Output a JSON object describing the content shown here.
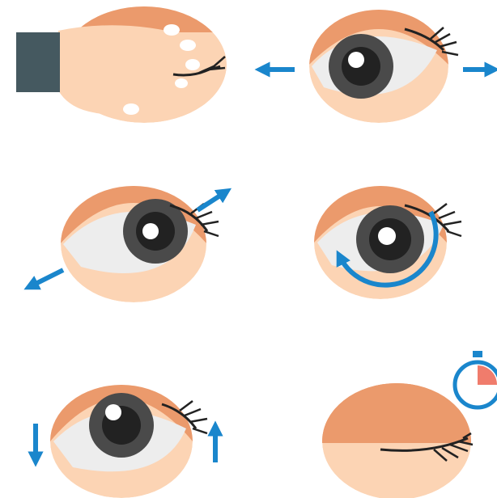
{
  "illustration": {
    "panels": [
      {
        "name": "palming",
        "depicts": "hand-over-eye-icon"
      },
      {
        "name": "look-left-right",
        "depicts": "horizontal-arrows-icon"
      },
      {
        "name": "look-diagonal",
        "depicts": "diagonal-arrows-icon"
      },
      {
        "name": "eye-rolling",
        "depicts": "circular-arrow-icon"
      },
      {
        "name": "look-up-down",
        "depicts": "vertical-arrows-icon"
      },
      {
        "name": "eyes-closed-rest",
        "depicts": "stopwatch-icon"
      }
    ],
    "colors": {
      "skin_light": "#fcd4b4",
      "skin_lid": "#eb9a6c",
      "sclera": "#ededed",
      "iris": "#4a4a4a",
      "pupil": "#222222",
      "arrow": "#1a86cc",
      "sleeve": "#455960",
      "stopwatch_fill": "#f07c6c"
    }
  }
}
